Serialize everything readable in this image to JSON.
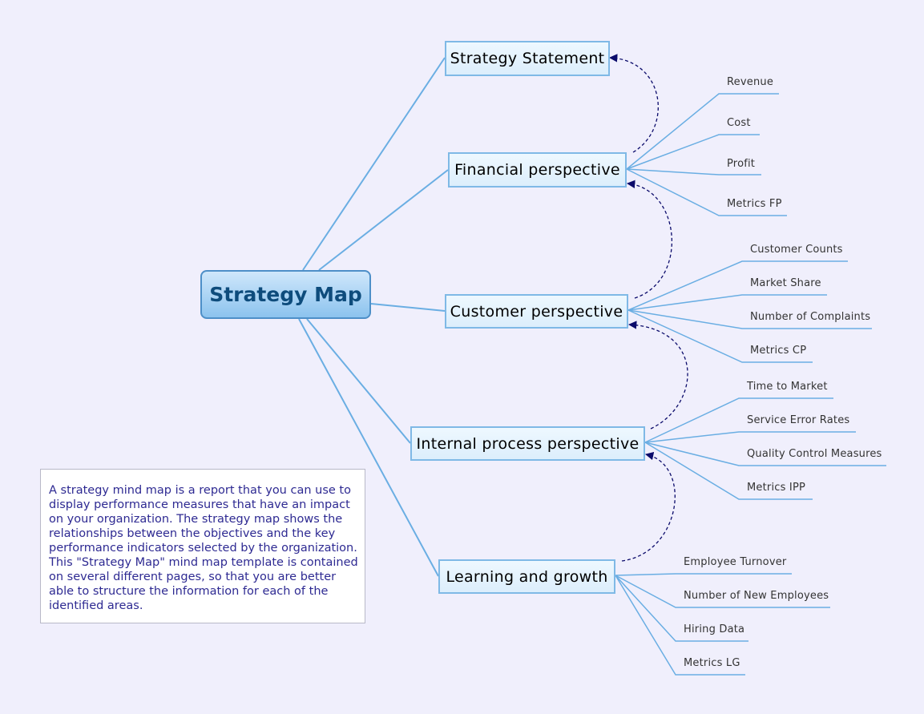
{
  "central": {
    "label": "Strategy Map"
  },
  "topics": [
    {
      "id": "strategy",
      "label": "Strategy Statement",
      "leaves": []
    },
    {
      "id": "financial",
      "label": "Financial perspective",
      "leaves": [
        "Revenue",
        "Cost",
        "Profit",
        "Metrics FP"
      ]
    },
    {
      "id": "customer",
      "label": "Customer perspective",
      "leaves": [
        "Customer Counts",
        "Market Share",
        "Number of Complaints",
        "Metrics CP"
      ]
    },
    {
      "id": "internal",
      "label": "Internal process perspective",
      "leaves": [
        "Time to Market",
        "Service Error Rates",
        "Quality Control Measures",
        "Metrics IPP"
      ]
    },
    {
      "id": "learning",
      "label": "Learning and growth",
      "leaves": [
        "Employee Turnover",
        "Number of New Employees",
        "Hiring Data",
        "Metrics LG"
      ]
    }
  ],
  "note": {
    "text": "A strategy mind map is a report that you can use to display performance measures that have an impact on your organization. The strategy map shows the relationships between the objectives and the key performance indicators selected by the organization. This \"Strategy Map\" mind map template is contained on several different pages, so that you are better able to structure the information for each of the identified areas."
  },
  "colors": {
    "background": "#f0effc",
    "branch_line": "#6aaee3",
    "topic_border": "#7fb9e6",
    "central_text": "#0e4c7c",
    "arrow": "#0b0b6b",
    "note_text": "#2e2a92"
  }
}
